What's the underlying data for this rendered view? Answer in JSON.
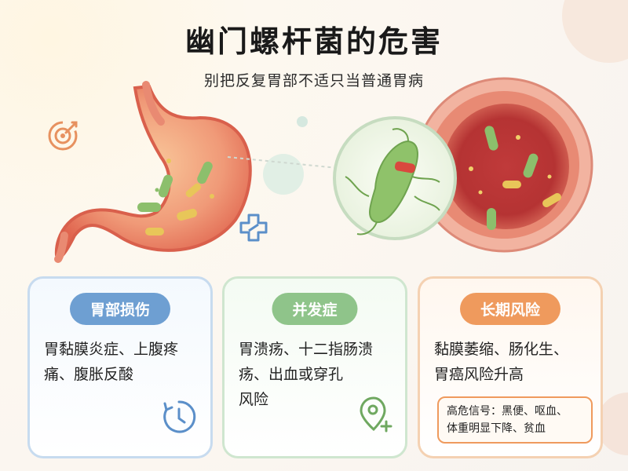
{
  "header": {
    "title": "幽门螺杆菌的危害",
    "subtitle": "别把反复胃部不适只当普通胃病"
  },
  "cards": [
    {
      "label": "胃部损伤",
      "text_lines": [
        "胃黏膜炎症、上腹疼",
        "痛、腹胀反酸"
      ],
      "icon": "clock-arrow-icon",
      "accent": "#6e9fd2"
    },
    {
      "label": "并发症",
      "text_lines": [
        "胃溃疡、十二指肠溃",
        "疡、出血或穿孔",
        "风险"
      ],
      "icon": "location-plus-icon",
      "accent": "#8fc48a"
    },
    {
      "label": "长期风险",
      "text_lines": [
        "黏膜萎缩、肠化生、",
        "胃癌风险升高"
      ],
      "note_lines": [
        "高危信号：黑便、呕血、",
        "体重明显下降、贫血"
      ],
      "accent": "#ef9a5d"
    }
  ],
  "icons": [
    "target-icon",
    "medical-cross-icon"
  ],
  "colors": {
    "stomach": "#e8735f",
    "bacteria": "#8cbf6c",
    "blue_accent": "#6e9fd2",
    "green_accent": "#8fc48a",
    "orange_accent": "#ef9a5d"
  }
}
